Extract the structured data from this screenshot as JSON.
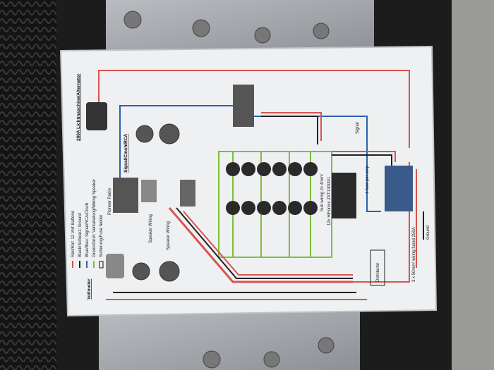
{
  "legend": [
    {
      "label": "Red/Rot: 12 Volt Batterie",
      "color": "#d9534f"
    },
    {
      "label": "Black/Schwarz: Ground",
      "color": "#222222"
    },
    {
      "label": "Blue/Blau: Signal/RCA/Cinch",
      "color": "#2b5fb0"
    },
    {
      "label": "Green/Grün: Verkabelung/Wiring Speaker",
      "color": "#7cbf3a"
    },
    {
      "label": "Sicherung/Fuse holder",
      "color": "#111111"
    }
  ],
  "labels": {
    "alternator": "200A Lichtmaschine/Alternator",
    "signal_rca": "Signal/Cinch/RCA",
    "radio": "Pioneer Radio",
    "voltmeter": "Voltmeter",
    "speaker_wiring_1": "Speaker Wiring",
    "speaker_wiring_2": "Speaker Wiring",
    "signal": "Signal",
    "sub_wiring": "Sub wiring 2x 4mm²",
    "amps": "12x HiFonics ZXT13000/1",
    "fuse_per_amp": "1 fuse per amp",
    "distributor": "Distributor",
    "main_wiring": "3 x 50mm² wiring fused 250A",
    "ground": "Ground"
  },
  "colors": {
    "red": "#d9534f",
    "black": "#222222",
    "blue": "#2b5fb0",
    "green": "#7cbf3a",
    "paper": "#eef0f2"
  }
}
